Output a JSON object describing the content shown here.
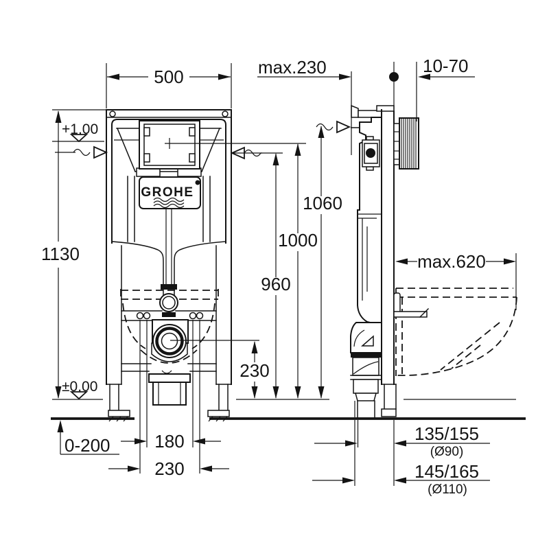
{
  "drawing": {
    "brand": {
      "name": "GROHE"
    },
    "front": {
      "width": "500",
      "height": "1130",
      "level_top": "+1,00",
      "level_zero": "±0,00",
      "foot_adjust": "0-200",
      "fixing_span": "180",
      "outlet_span": "230",
      "outlet_height": "230"
    },
    "side": {
      "depth_top": "max.230",
      "wall_gap": "10-70",
      "h_flush": "1060",
      "h_plate": "1000",
      "h_supply": "960",
      "bowl_depth": "max.620",
      "outlet_90": "135/155",
      "outlet_90_dia": "(Ø90)",
      "outlet_110": "145/165",
      "outlet_110_dia": "(Ø110)"
    }
  }
}
